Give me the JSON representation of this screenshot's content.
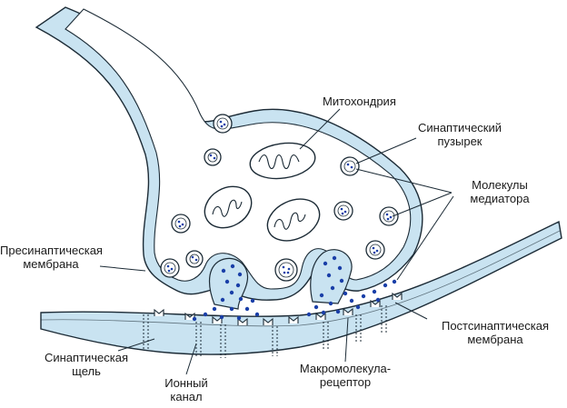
{
  "labels": {
    "mitochondria": "Митохондрия",
    "vesicle_line1": "Синаптический",
    "vesicle_line2": "пузырек",
    "mediator_line1": "Молекулы",
    "mediator_line2": "медиатора",
    "presynaptic_line1": "Пресинаптическая",
    "presynaptic_line2": "мембрана",
    "postsynaptic_line1": "Постсинаптическая",
    "postsynaptic_line2": "мембрана",
    "cleft_line1": "Синаптическая",
    "cleft_line2": "щель",
    "channel_line1": "Ионный",
    "channel_line2": "канал",
    "receptor_line1": "Макромолекула-",
    "receptor_line2": "рецептор"
  },
  "colors": {
    "membrane_fill": "#c9e3f1",
    "outline": "#1c2b36",
    "mediator_dots": "#1a3fa8",
    "organelle_fill": "#ffffff"
  }
}
